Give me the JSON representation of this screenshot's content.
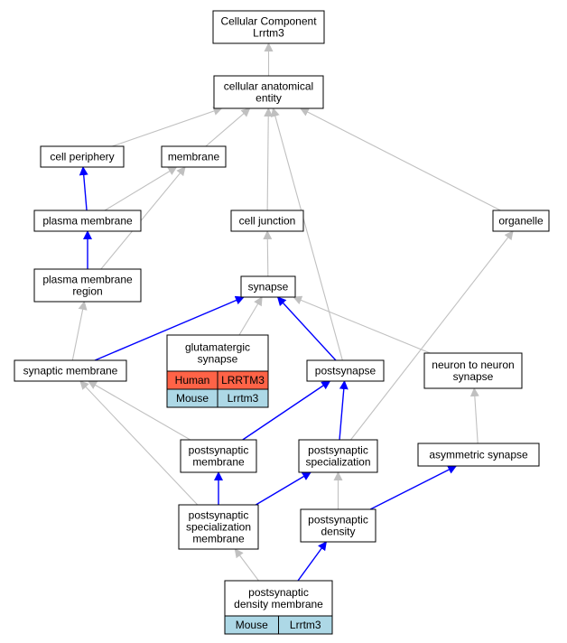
{
  "colors": {
    "is_a_edge": "#c0c0c0",
    "part_of_edge": "#0000ff",
    "node_border": "#000000",
    "node_fill": "#ffffff",
    "human_cell": "#ff6347",
    "mouse_cell": "#add8e6"
  },
  "nodes": [
    {
      "id": "cc",
      "lines": [
        "Cellular Component",
        "Lrrtm3"
      ]
    },
    {
      "id": "cae",
      "lines": [
        "cellular anatomical",
        "entity"
      ]
    },
    {
      "id": "cp",
      "lines": [
        "cell periphery"
      ]
    },
    {
      "id": "mem",
      "lines": [
        "membrane"
      ]
    },
    {
      "id": "pm",
      "lines": [
        "plasma membrane"
      ]
    },
    {
      "id": "cj",
      "lines": [
        "cell junction"
      ]
    },
    {
      "id": "org",
      "lines": [
        "organelle"
      ]
    },
    {
      "id": "pmr",
      "lines": [
        "plasma membrane",
        "region"
      ]
    },
    {
      "id": "syn",
      "lines": [
        "synapse"
      ]
    },
    {
      "id": "synm",
      "lines": [
        "synaptic membrane"
      ]
    },
    {
      "id": "glu",
      "lines": [
        "glutamatergic",
        "synapse"
      ],
      "rows": [
        [
          {
            "text": "Human",
            "color": "human"
          },
          {
            "text": "LRRTM3",
            "color": "human"
          }
        ],
        [
          {
            "text": "Mouse",
            "color": "mouse"
          },
          {
            "text": "Lrrtm3",
            "color": "mouse"
          }
        ]
      ]
    },
    {
      "id": "ps",
      "lines": [
        "postsynapse"
      ]
    },
    {
      "id": "nns",
      "lines": [
        "neuron to neuron",
        "synapse"
      ]
    },
    {
      "id": "psm",
      "lines": [
        "postsynaptic",
        "membrane"
      ]
    },
    {
      "id": "pss",
      "lines": [
        "postsynaptic",
        "specialization"
      ]
    },
    {
      "id": "as",
      "lines": [
        "asymmetric synapse"
      ]
    },
    {
      "id": "pssm",
      "lines": [
        "postsynaptic",
        "specialization",
        "membrane"
      ]
    },
    {
      "id": "psd",
      "lines": [
        "postsynaptic",
        "density"
      ]
    },
    {
      "id": "psdm",
      "lines": [
        "postsynaptic",
        "density membrane"
      ],
      "rows": [
        [
          {
            "text": "Mouse",
            "color": "mouse"
          },
          {
            "text": "Lrrtm3",
            "color": "mouse"
          }
        ]
      ]
    }
  ],
  "edges": [
    {
      "from": "cae",
      "to": "cc",
      "type": "is_a"
    },
    {
      "from": "cp",
      "to": "cae",
      "type": "is_a"
    },
    {
      "from": "mem",
      "to": "cae",
      "type": "is_a"
    },
    {
      "from": "cj",
      "to": "cae",
      "type": "is_a"
    },
    {
      "from": "org",
      "to": "cae",
      "type": "is_a"
    },
    {
      "from": "ps",
      "to": "cae",
      "type": "is_a"
    },
    {
      "from": "pm",
      "to": "cp",
      "type": "part_of"
    },
    {
      "from": "pm",
      "to": "mem",
      "type": "is_a"
    },
    {
      "from": "pmr",
      "to": "mem",
      "type": "is_a"
    },
    {
      "from": "pmr",
      "to": "pm",
      "type": "part_of"
    },
    {
      "from": "syn",
      "to": "cj",
      "type": "is_a"
    },
    {
      "from": "synm",
      "to": "pmr",
      "type": "is_a"
    },
    {
      "from": "synm",
      "to": "syn",
      "type": "part_of"
    },
    {
      "from": "glu",
      "to": "syn",
      "type": "is_a"
    },
    {
      "from": "ps",
      "to": "syn",
      "type": "part_of"
    },
    {
      "from": "nns",
      "to": "syn",
      "type": "is_a"
    },
    {
      "from": "psm",
      "to": "synm",
      "type": "is_a"
    },
    {
      "from": "psm",
      "to": "ps",
      "type": "part_of"
    },
    {
      "from": "pss",
      "to": "ps",
      "type": "part_of"
    },
    {
      "from": "pss",
      "to": "org",
      "type": "is_a"
    },
    {
      "from": "as",
      "to": "nns",
      "type": "is_a"
    },
    {
      "from": "pssm",
      "to": "synm",
      "type": "is_a"
    },
    {
      "from": "pssm",
      "to": "psm",
      "type": "part_of"
    },
    {
      "from": "pssm",
      "to": "pss",
      "type": "part_of"
    },
    {
      "from": "psd",
      "to": "pss",
      "type": "is_a"
    },
    {
      "from": "psd",
      "to": "as",
      "type": "part_of"
    },
    {
      "from": "psdm",
      "to": "pssm",
      "type": "is_a"
    },
    {
      "from": "psdm",
      "to": "psd",
      "type": "part_of"
    }
  ]
}
